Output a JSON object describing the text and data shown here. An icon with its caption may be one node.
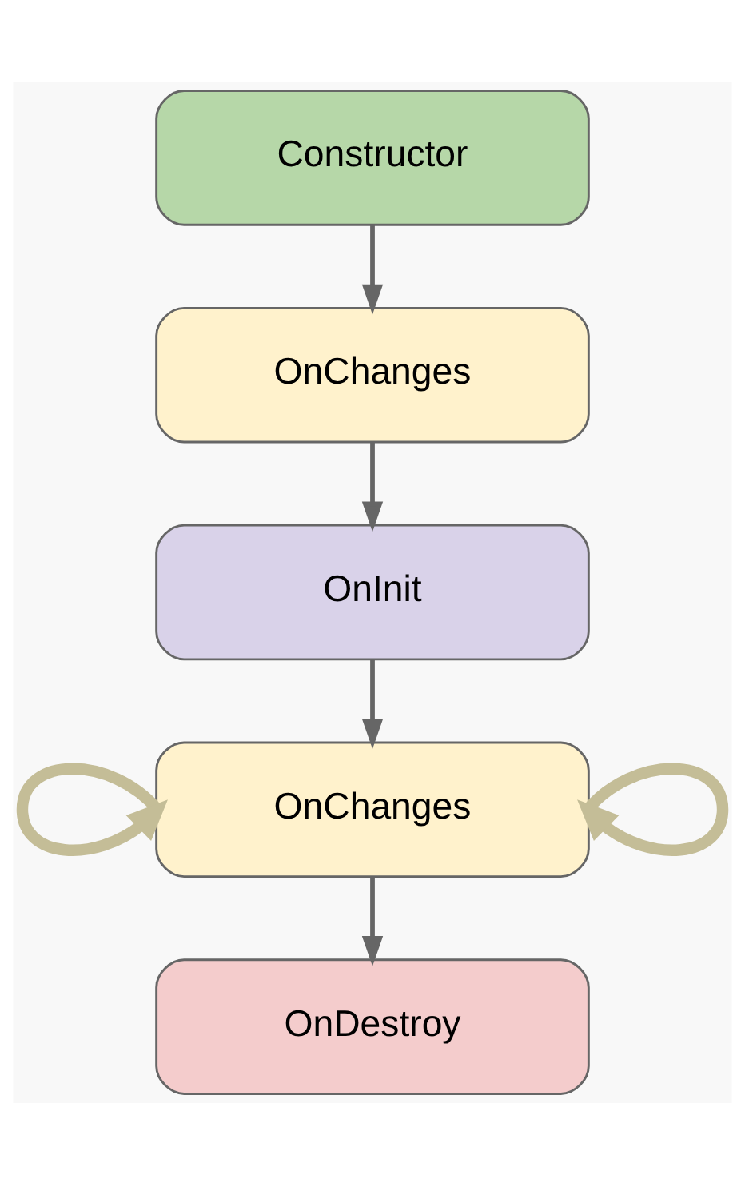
{
  "diagram": {
    "nodes": [
      {
        "text": [
          "Constructor"
        ]
      },
      {
        "text": [
          "OnChanges"
        ]
      },
      {
        "text": [
          "OnInit"
        ]
      },
      {
        "text": [
          "OnChanges"
        ]
      },
      {
        "text": [
          "OnDestroy"
        ]
      }
    ],
    "edges": [
      {
        "from": 0,
        "to": 1,
        "arrow": "to"
      },
      {
        "from": 1,
        "to": 2,
        "arrow": "to"
      },
      {
        "from": 2,
        "to": 3,
        "arrow": "to"
      },
      {
        "from": 3,
        "to": 3,
        "arrow": "to",
        "style": "thick",
        "color": "#c4bd97"
      },
      {
        "from": 3,
        "to": 3,
        "arrow": "to",
        "style": "thick",
        "color": "#c4bd97"
      },
      {
        "from": 3,
        "to": 4,
        "arrow": "to"
      }
    ]
  }
}
